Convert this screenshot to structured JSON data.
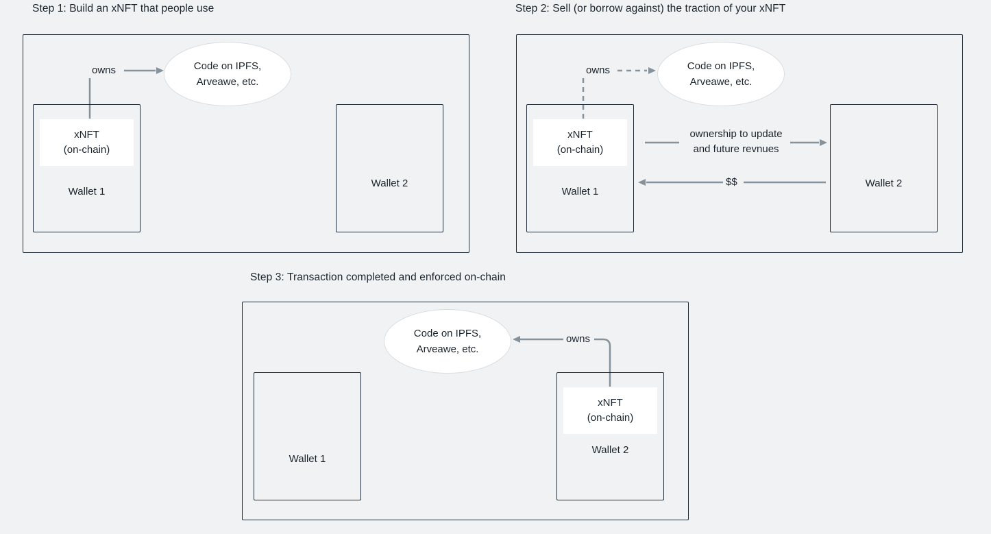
{
  "colors": {
    "bg": "#f0f2f3",
    "border": "#1d2935",
    "text": "#1a232c",
    "arrow": "#86929b",
    "ellipse_border": "#d9dde0",
    "white": "#ffffff"
  },
  "step1": {
    "title": "Step 1: Build an xNFT that people use",
    "owns_label": "owns",
    "ellipse": {
      "line1": "Code on IPFS,",
      "line2": "Arveawe, etc."
    },
    "wallet1": {
      "label": "Wallet 1",
      "xnft_line1": "xNFT",
      "xnft_line2": "(on-chain)"
    },
    "wallet2": {
      "label": "Wallet 2"
    }
  },
  "step2": {
    "title": "Step 2: Sell (or borrow against) the traction of your xNFT",
    "owns_label": "owns",
    "ellipse": {
      "line1": "Code on IPFS,",
      "line2": "Arveawe, etc."
    },
    "wallet1": {
      "label": "Wallet 1",
      "xnft_line1": "xNFT",
      "xnft_line2": "(on-chain)"
    },
    "wallet2": {
      "label": "Wallet 2"
    },
    "ownership_line1": "ownership to update",
    "ownership_line2": "and future revnues",
    "money_label": "$$"
  },
  "step3": {
    "title": "Step 3: Transaction completed and enforced on-chain",
    "owns_label": "owns",
    "ellipse": {
      "line1": "Code on IPFS,",
      "line2": "Arveawe, etc."
    },
    "wallet1": {
      "label": "Wallet 1"
    },
    "wallet2": {
      "label": "Wallet 2",
      "xnft_line1": "xNFT",
      "xnft_line2": "(on-chain)"
    }
  }
}
